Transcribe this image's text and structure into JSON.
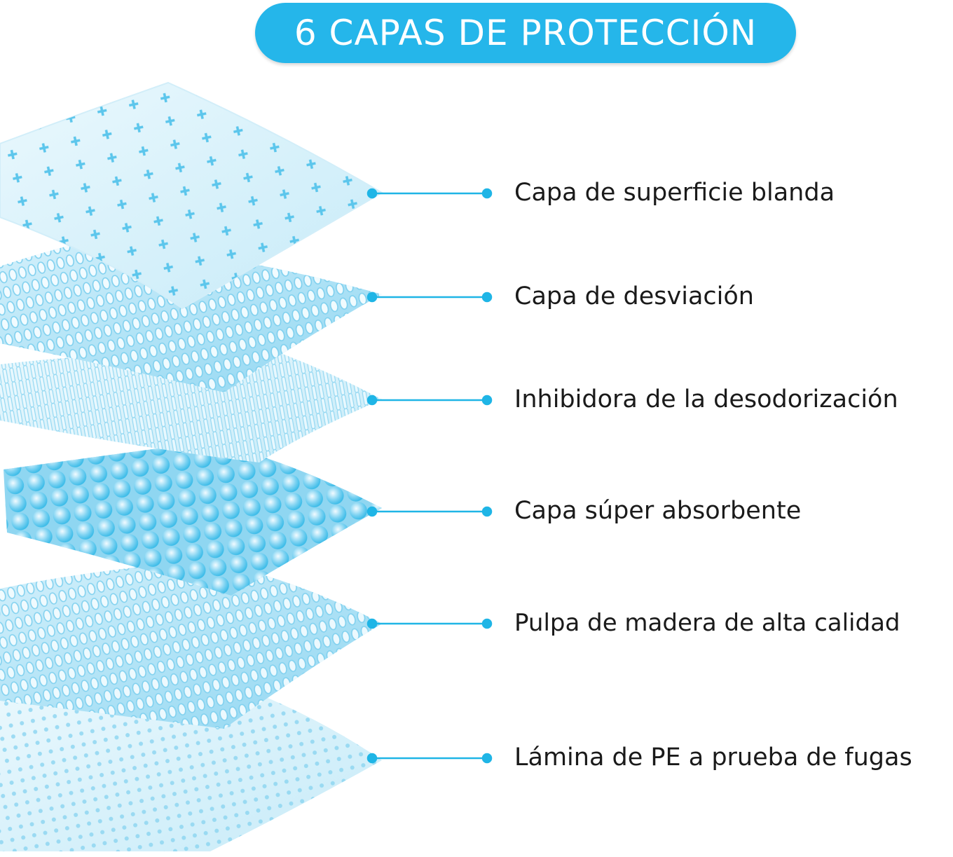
{
  "title": "6 CAPAS DE PROTECCIÓN",
  "colors": {
    "accent": "#25b6ea",
    "connector": "#1fb5e6",
    "layer_light": "#d8f1fb",
    "layer_mid": "#9edbf3",
    "layer_dark": "#3cbfe8",
    "label_text": "#1a1a1a"
  },
  "layers": [
    {
      "label": "Capa de superficie blanda",
      "icon": "soft-surface-layer"
    },
    {
      "label": "Capa de desviación",
      "icon": "diversion-layer"
    },
    {
      "label": "Inhibidora de la desodorización",
      "icon": "deodorizing-layer"
    },
    {
      "label": "Capa súper absorbente",
      "icon": "super-absorbent-layer"
    },
    {
      "label": "Pulpa de madera de alta calidad",
      "icon": "wood-pulp-layer"
    },
    {
      "label": "Lámina de PE a prueba de fugas",
      "icon": "leakproof-pe-layer"
    }
  ]
}
